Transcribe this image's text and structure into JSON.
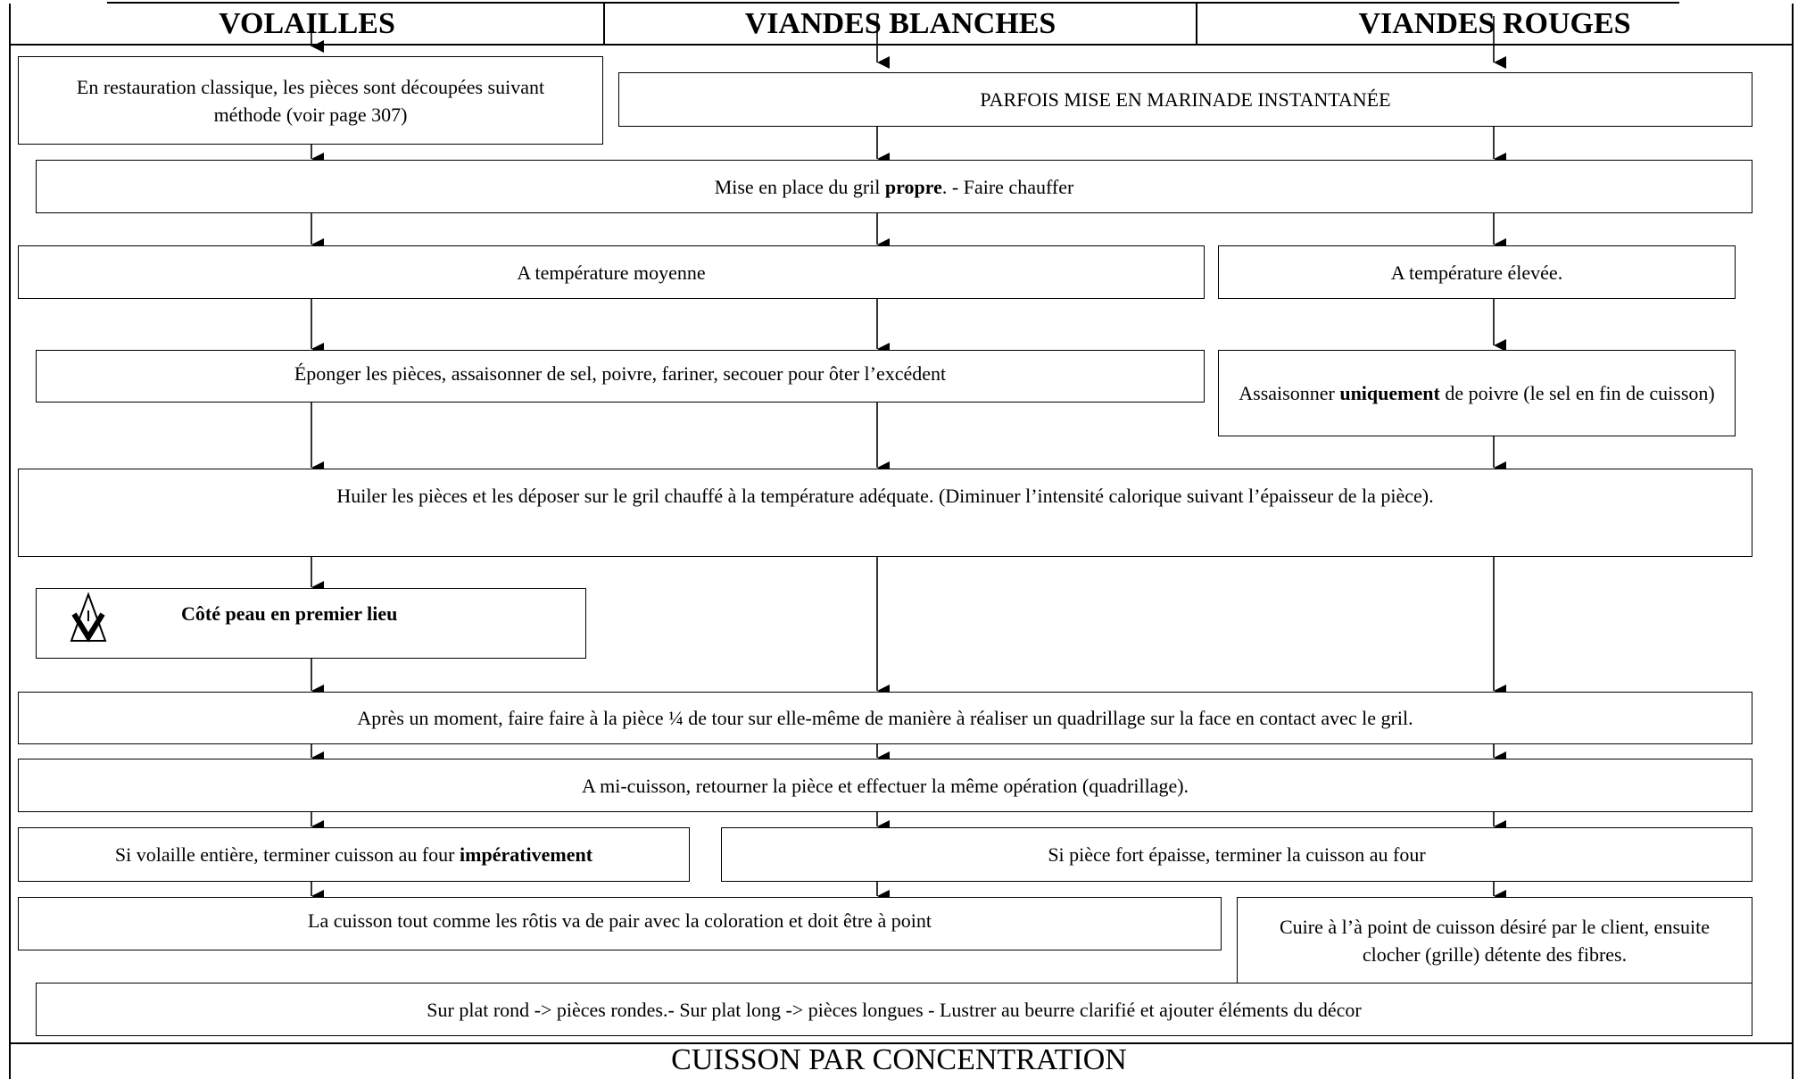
{
  "headers": {
    "volailles": "VOLAILLES",
    "viandes_blanches": "VIANDES BLANCHES",
    "viandes_rouges": "VIANDES ROUGES"
  },
  "steps": {
    "restauration_classique": "En restauration classique, les pièces sont découpées suivant méthode (voir page 307)",
    "marinade": "PARFOIS MISE EN MARINADE INSTANTANÉE",
    "gril_prefix": "Mise en place du gril ",
    "gril_bold": "propre",
    "gril_suffix": ". - Faire chauffer",
    "temp_moyenne": "A température moyenne",
    "temp_elevee": "A température élevée.",
    "eponger": "Éponger les pièces, assaisonner de sel, poivre, fariner, secouer pour ôter l’excédent",
    "assaisonner_prefix": "Assaisonner ",
    "assaisonner_bold": "uniquement",
    "assaisonner_suffix": " de poivre (le sel en fin de cuisson)",
    "huiler": "Huiler les pièces et les déposer sur le gril chauffé à la température adéquate. (Diminuer l’intensité calorique suivant l’épaisseur de la pièce).",
    "cote_peau": "Côté peau en premier lieu",
    "quart_tour": "Après un moment, faire faire à la pièce ¼ de tour sur elle-même de manière à réaliser un quadrillage sur la face en contact avec le gril.",
    "mi_cuisson": "A mi-cuisson, retourner la pièce et effectuer la même opération (quadrillage).",
    "volaille_entiere_prefix": "Si volaille entière, terminer cuisson au four ",
    "volaille_entiere_bold": "impérativement",
    "piece_epaisse": "Si pièce fort épaisse, terminer la cuisson au four",
    "coloration": "La cuisson tout comme les rôtis va de pair avec la coloration et doit être à point",
    "cuire_point": "Cuire à l’à point de cuisson désiré par le client, ensuite clocher (grille) détente des fibres.",
    "dressage": "Sur plat rond ->  pièces rondes.- Sur plat long ->  pièces longues - Lustrer au beurre clarifié et ajouter éléments du décor"
  },
  "footer": "CUISSON PAR CONCENTRATION",
  "icons": {
    "warning": "warning-triangle-icon"
  }
}
